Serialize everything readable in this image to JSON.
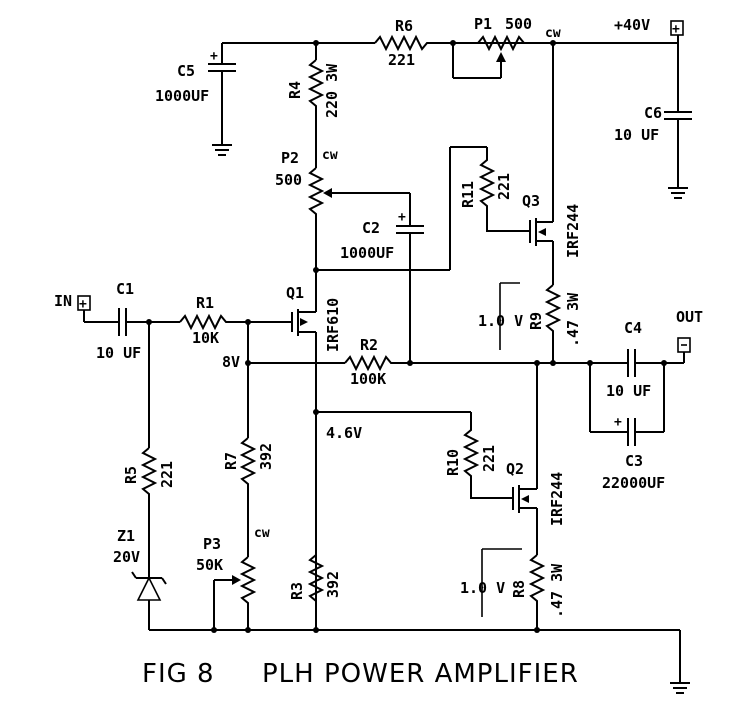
{
  "caption": {
    "fig": "FIG 8",
    "title": "PLH POWER AMPLIFIER"
  },
  "supply": {
    "label": "+40V"
  },
  "io": {
    "in": "IN",
    "out": "OUT"
  },
  "components": {
    "R1": {
      "ref": "R1",
      "value": "10K"
    },
    "R2": {
      "ref": "R2",
      "value": "100K"
    },
    "R3": {
      "ref": "R3",
      "value": "392"
    },
    "R4": {
      "ref": "R4",
      "value": "220 3W"
    },
    "R5": {
      "ref": "R5",
      "value": "221"
    },
    "R6": {
      "ref": "R6",
      "value": "221"
    },
    "R7": {
      "ref": "R7",
      "value": "392"
    },
    "R8": {
      "ref": "R8",
      "value": ".47 3W"
    },
    "R9": {
      "ref": "R9",
      "value": ".47 3W"
    },
    "R10": {
      "ref": "R10",
      "value": "221"
    },
    "R11": {
      "ref": "R11",
      "value": "221"
    },
    "C1": {
      "ref": "C1",
      "value": "10 UF"
    },
    "C2": {
      "ref": "C2",
      "value": "1000UF"
    },
    "C3": {
      "ref": "C3",
      "value": "22000UF"
    },
    "C4": {
      "ref": "C4",
      "value": "10 UF"
    },
    "C5": {
      "ref": "C5",
      "value": "1000UF"
    },
    "C6": {
      "ref": "C6",
      "value": "10 UF"
    },
    "P1": {
      "ref": "P1",
      "value": "500"
    },
    "P2": {
      "ref": "P2",
      "value": "500"
    },
    "P3": {
      "ref": "P3",
      "value": "50K"
    },
    "Q1": {
      "ref": "Q1",
      "value": "IRF610"
    },
    "Q2": {
      "ref": "Q2",
      "value": "IRF244"
    },
    "Q3": {
      "ref": "Q3",
      "value": "IRF244"
    },
    "Z1": {
      "ref": "Z1",
      "value": "20V"
    }
  },
  "annotations": {
    "cw": "cw",
    "v8": "8V",
    "v46": "4.6V",
    "v10a": "1.0 V",
    "v10b": "1.0 V",
    "plus": "+"
  }
}
